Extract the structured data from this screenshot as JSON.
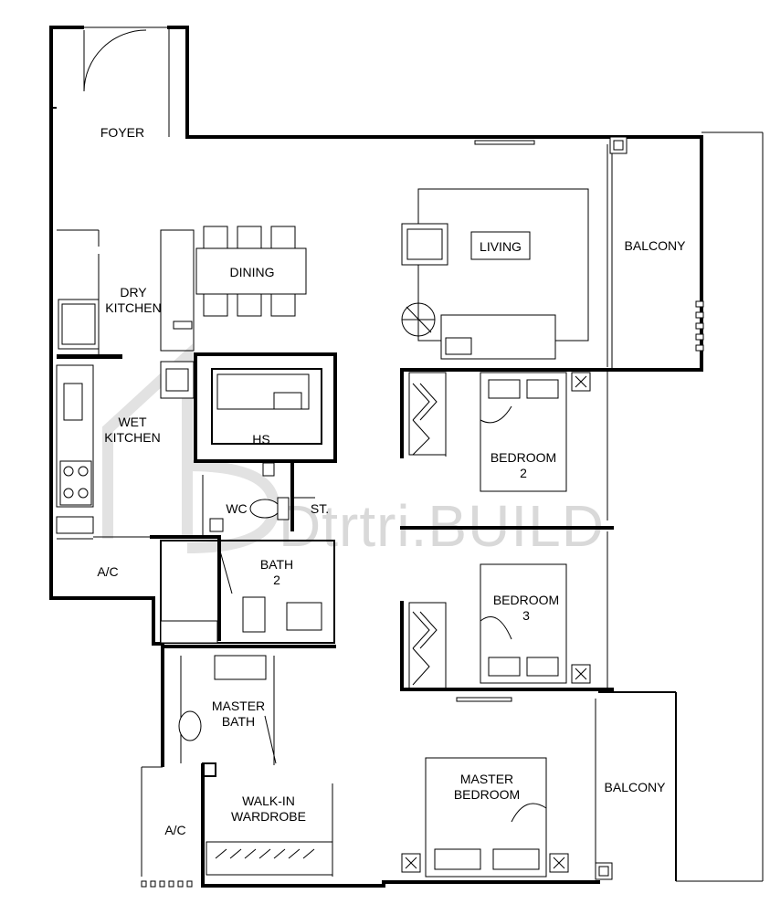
{
  "watermark": "Dtrtri.BUILD",
  "rooms": {
    "foyer": [
      "FOYER"
    ],
    "dry_kitchen": [
      "DRY",
      "KITCHEN"
    ],
    "dining": [
      "DINING"
    ],
    "living": [
      "LIVING"
    ],
    "balcony_top": [
      "BALCONY"
    ],
    "wet_kitchen": [
      "WET",
      "KITCHEN"
    ],
    "hs": [
      "HS"
    ],
    "wc": [
      "WC"
    ],
    "store": [
      "ST."
    ],
    "bedroom_2": [
      "BEDROOM",
      "2"
    ],
    "ac_left": [
      "A/C"
    ],
    "bath_2": [
      "BATH",
      "2"
    ],
    "bedroom_3": [
      "BEDROOM",
      "3"
    ],
    "master_bath": [
      "MASTER",
      "BATH"
    ],
    "master_bedroom": [
      "MASTER",
      "BEDROOM"
    ],
    "balcony_bottom": [
      "BALCONY"
    ],
    "walk_in_wardrobe": [
      "WALK-IN",
      "WARDROBE"
    ],
    "ac_bottom": [
      "A/C"
    ]
  }
}
